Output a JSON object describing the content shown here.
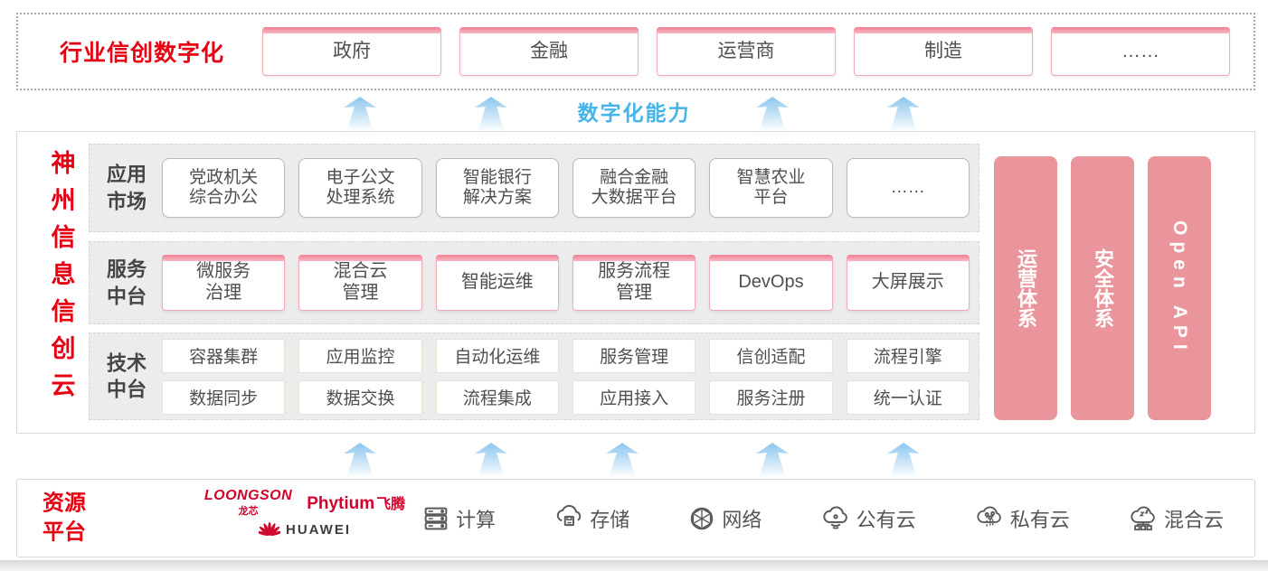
{
  "colors": {
    "brand_red": "#e60012",
    "pillar_pink": "#e9959b",
    "accent_pink_border": "#f2aab6",
    "capability_blue": "#45b4e8",
    "arrow_blue": "#8cc6ee",
    "band_gray": "#ececec",
    "text_gray": "#4f4f4f"
  },
  "top_band": {
    "title": "行业信创数字化",
    "industries": [
      "政府",
      "金融",
      "运营商",
      "制造",
      "……"
    ]
  },
  "capability": {
    "label": "数字化能力"
  },
  "platform": {
    "vertical_title": "神州信息信创云",
    "rows": [
      {
        "label": "应用\n市场",
        "items": [
          "党政机关\n综合办公",
          "电子公文\n处理系统",
          "智能银行\n解决方案",
          "融合金融\n大数据平台",
          "智慧农业\n平台",
          "……"
        ]
      },
      {
        "label": "服务\n中台",
        "items": [
          "微服务\n治理",
          "混合云\n管理",
          "智能运维",
          "服务流程\n管理",
          "DevOps",
          "大屏展示"
        ]
      },
      {
        "label": "技术\n中台",
        "items_row1": [
          "容器集群",
          "应用监控",
          "自动化运维",
          "服务管理",
          "信创适配",
          "流程引擎"
        ],
        "items_row2": [
          "数据同步",
          "数据交换",
          "流程集成",
          "应用接入",
          "服务注册",
          "统一认证"
        ]
      }
    ],
    "pillars": [
      "运营体系",
      "安全体系",
      "Open API"
    ]
  },
  "resources": {
    "title": "资源\n平台",
    "vendors": [
      {
        "name": "loongson",
        "text": "LOONGSON",
        "subtext": "龙芯"
      },
      {
        "name": "phytium",
        "text": "Phytium",
        "subtext": "飞腾"
      },
      {
        "name": "huawei",
        "text": "HUAWEI"
      }
    ],
    "items": [
      {
        "icon": "server-icon",
        "label": "计算"
      },
      {
        "icon": "storage-cloud-icon",
        "label": "存储"
      },
      {
        "icon": "network-globe-icon",
        "label": "网络"
      },
      {
        "icon": "public-cloud-icon",
        "label": "公有云"
      },
      {
        "icon": "private-cloud-icon",
        "label": "私有云"
      },
      {
        "icon": "hybrid-cloud-icon",
        "label": "混合云"
      }
    ]
  }
}
